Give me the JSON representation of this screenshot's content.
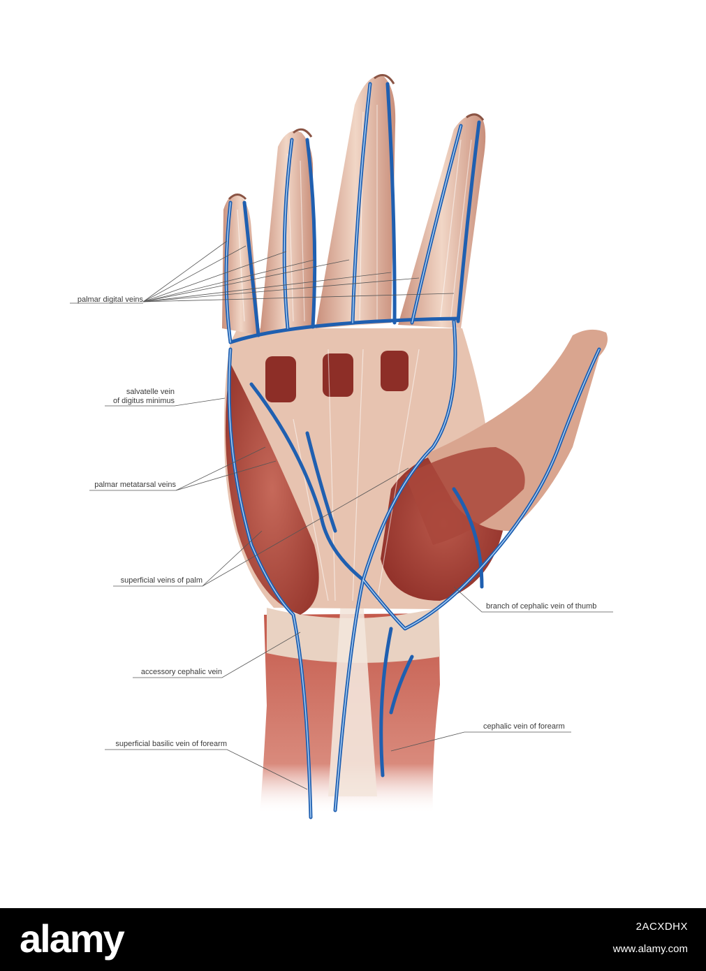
{
  "labels": {
    "palmar_digital_veins": "palmar digital veins",
    "salvatelle_vein_line1": "salvatelle vein",
    "salvatelle_vein_line2": "of digitus minimus",
    "palmar_metatarsal_veins": "palmar metatarsal veins",
    "superficial_veins_of_palm": "superficial veins of palm",
    "accessory_cephalic_vein": "accessory cephalic vein",
    "superficial_basilic_vein": "superficial basilic vein of forearm",
    "branch_of_cephalic_vein_of_thumb": "branch of cephalic vein of thumb",
    "cephalic_vein_of_forearm": "cephalic vein of forearm"
  },
  "watermark": {
    "logo": "alamy",
    "image_id": "2ACXDHX",
    "url": "www.alamy.com"
  },
  "colors": {
    "skin": "#e8b9a3",
    "muscle": "#b5493d",
    "tendon": "#efd9c8",
    "vein": "#1f5fb0",
    "vein_highlight": "#bfe0ff"
  }
}
